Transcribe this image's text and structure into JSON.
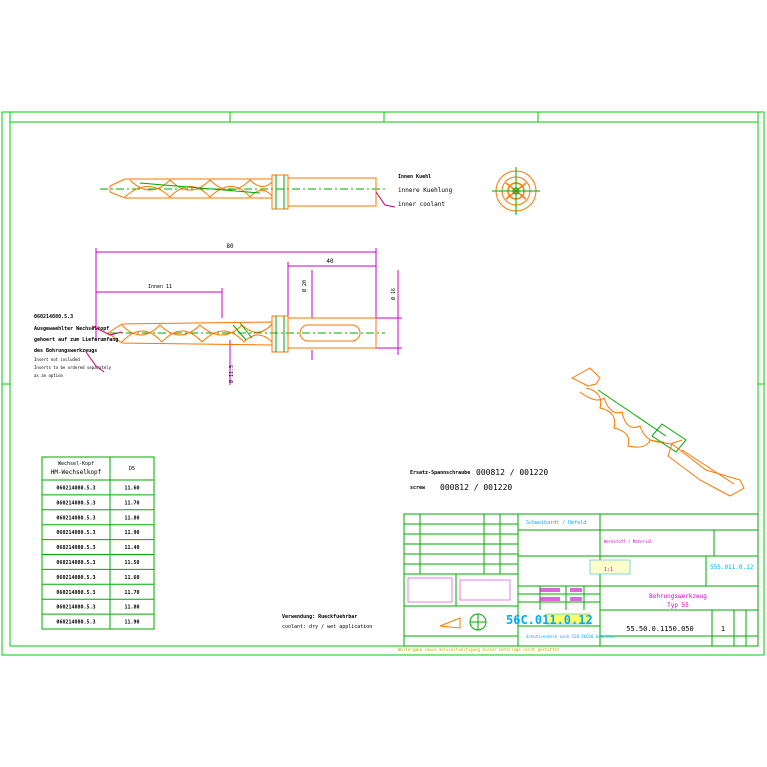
{
  "colors": {
    "border": "#00cc00",
    "drill": "#ff7700",
    "dimension": "#cc00cc",
    "centerline": "#00aa00",
    "text": "#000000",
    "titleblock_cyan": "#00aaff",
    "titleblock_magenta": "#cc00cc",
    "titleblock_yellow": "#aaaa00",
    "leader": "#cc0066"
  },
  "view_top": {
    "annotation_1": "Innen Kuehl",
    "annotation_2": "innere Kuehlung",
    "annotation_3": "inner coolant"
  },
  "dimensions": {
    "overall_length": "80",
    "flute_length": "Innen 11",
    "shank_length": "40",
    "shank_dia": "Ø 16",
    "body_dia": "Ø 20",
    "tip_dia": "Ø 11.5"
  },
  "left_notes": {
    "part_no": "060214080.5.3",
    "line_1": "Ausgewaehlter Wechselkopf",
    "line_2": "gehoert auf zum Lieferumfang",
    "line_3": "des Bohrungswerkzeugs",
    "line_4": "Insert not included",
    "line_5": "Inserts to be ordered separately",
    "line_6": "as an option"
  },
  "table": {
    "header_1": "Wechsel-Kopf",
    "header_2": "HM-Wechselkopf",
    "header_col2": "D5",
    "rows": [
      {
        "part": "060214080.5.3",
        "d": "11.60"
      },
      {
        "part": "060214080.5.3",
        "d": "11.70"
      },
      {
        "part": "060214080.5.3",
        "d": "11.80"
      },
      {
        "part": "060214080.5.3",
        "d": "11.90"
      },
      {
        "part": "060214080.5.3",
        "d": "11.40"
      },
      {
        "part": "060214080.5.3",
        "d": "11.50"
      },
      {
        "part": "060214080.5.3",
        "d": "11.60"
      },
      {
        "part": "060214080.5.3",
        "d": "11.70"
      },
      {
        "part": "060214080.5.3",
        "d": "11.80"
      },
      {
        "part": "060214080.5.3",
        "d": "11.90"
      }
    ]
  },
  "spare_parts": {
    "label_1": "Ersatz-Spannschraube",
    "value_1": "000812 / 001220",
    "label_2": "screw",
    "value_2": "000812 / 001220"
  },
  "bottom_note": {
    "line_1": "Verwendung: Rueckfuehrbar",
    "line_2": "coolant: dry / wet application"
  },
  "title_block": {
    "top_text": "Schutzvermerk nach ISO 16016 beachten",
    "company": "Schweikardt / Umfeld",
    "material": "Werkstoff / Material",
    "drawing_no": "555.011.0.12",
    "scale": "1:1",
    "title_1": "Bohrungswerkzeug",
    "title_2": "Typ 55",
    "sheet_code": "55.50.0.1150.050",
    "sheet_no": "1",
    "logo_text": "56C.011.0.12"
  },
  "footer_text": "Weitergabe sowie Vervielfaeltigung dieser Unterlage nicht gestattet"
}
